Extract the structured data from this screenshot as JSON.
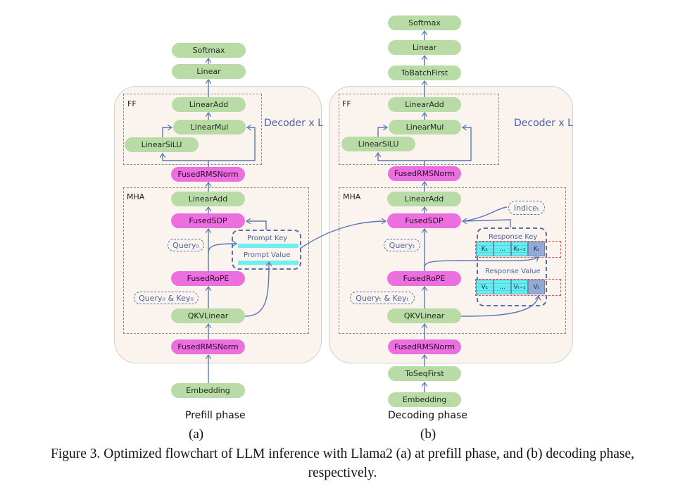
{
  "figure": {
    "caption_line1": "Figure 3. Optimized flowchart of LLM inference with Llama2 (a) at prefill phase, and (b) decoding phase,",
    "caption_line2": "respectively."
  },
  "colors": {
    "green_node": "#b9dba5",
    "pink_node": "#ec6fe0",
    "panel_bg": "#fbf3ee",
    "arrow": "#5a78b4",
    "label_blue": "#4a64a6",
    "cache_cyan": "#6ff0f0",
    "current_token": "#93a9d6",
    "red_dash": "#d0585a"
  },
  "prefill": {
    "phase_label": "Prefill phase",
    "sub_label": "(a)",
    "decoder_label": "Decoder x L",
    "ff_label": "FF",
    "mha_label": "MHA",
    "nodes": {
      "softmax": "Softmax",
      "linear": "Linear",
      "ff_linearadd": "LinearAdd",
      "linearmul": "LinearMul",
      "linearsilu": "LinearSiLU",
      "rmsnorm_top": "FusedRMSNorm",
      "mha_linearadd": "LinearAdd",
      "fusedsdp": "FusedSDP",
      "fusedrope": "FusedRoPE",
      "qkvlinear": "QKVLinear",
      "rmsnorm_bottom": "FusedRMSNorm",
      "embedding": "Embedding"
    },
    "annotations": {
      "query": "Query₀",
      "query_key": "Query₀ & Key₀"
    },
    "cache": {
      "key_label": "Prompt Key",
      "value_label": "Prompt Value"
    }
  },
  "decoding": {
    "phase_label": "Decoding phase",
    "sub_label": "(b)",
    "decoder_label": "Decoder x L",
    "ff_label": "FF",
    "mha_label": "MHA",
    "nodes": {
      "softmax": "Softmax",
      "linear": "Linear",
      "tobatchfirst": "ToBatchFirst",
      "ff_linearadd": "LinearAdd",
      "linearmul": "LinearMul",
      "linearsilu": "LinearSiLU",
      "rmsnorm_top": "FusedRMSNorm",
      "mha_linearadd": "LinearAdd",
      "fusedsdp": "FusedSDP",
      "fusedrope": "FusedRoPE",
      "qkvlinear": "QKVLinear",
      "rmsnorm_bottom": "FusedRMSNorm",
      "toseqfirst": "ToSeqFirst",
      "embedding": "Embedding"
    },
    "annotations": {
      "indice": "Indiceₜ",
      "query": "Queryₜ",
      "query_key": "Queryₜ & Keyₜ"
    },
    "cache": {
      "key_label": "Response Key",
      "value_label": "Response Value",
      "key_cells": [
        "K₁",
        "...",
        "Kₜ₋₁",
        "Kₜ"
      ],
      "value_cells": [
        "V₁",
        "...",
        "Vₜ₋₁",
        "Vₜ"
      ]
    }
  }
}
